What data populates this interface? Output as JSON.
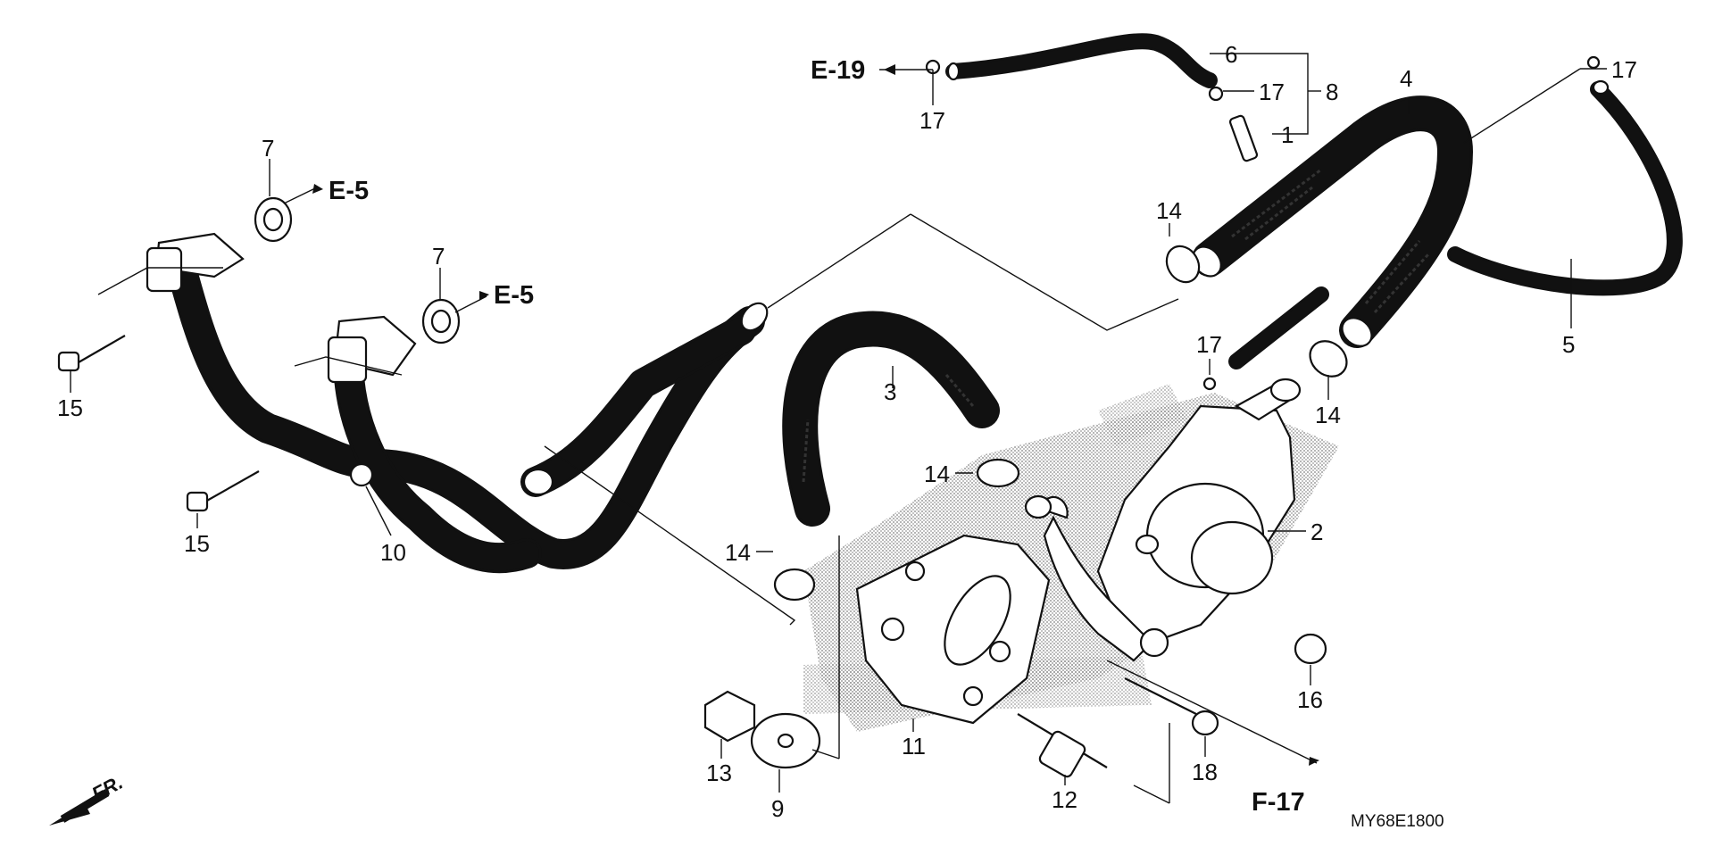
{
  "diagram": {
    "code": "MY68E1800",
    "front_label": "FR.",
    "refs": {
      "e19": "E-19",
      "e5_top": "E-5",
      "e5_mid": "E-5",
      "f17": "F-17"
    },
    "callouts": {
      "p1": "1",
      "p2": "2",
      "p3": "3",
      "p4": "4",
      "p5": "5",
      "p6": "6",
      "p7a": "7",
      "p7b": "7",
      "p8": "8",
      "p9": "9",
      "p10": "10",
      "p11": "11",
      "p12": "12",
      "p13": "13",
      "p14a": "14",
      "p14b": "14",
      "p14c": "14",
      "p14d": "14",
      "p15a": "15",
      "p15b": "15",
      "p16": "16",
      "p17a": "17",
      "p17b": "17",
      "p17c": "17",
      "p17d": "17",
      "p18": "18"
    }
  }
}
